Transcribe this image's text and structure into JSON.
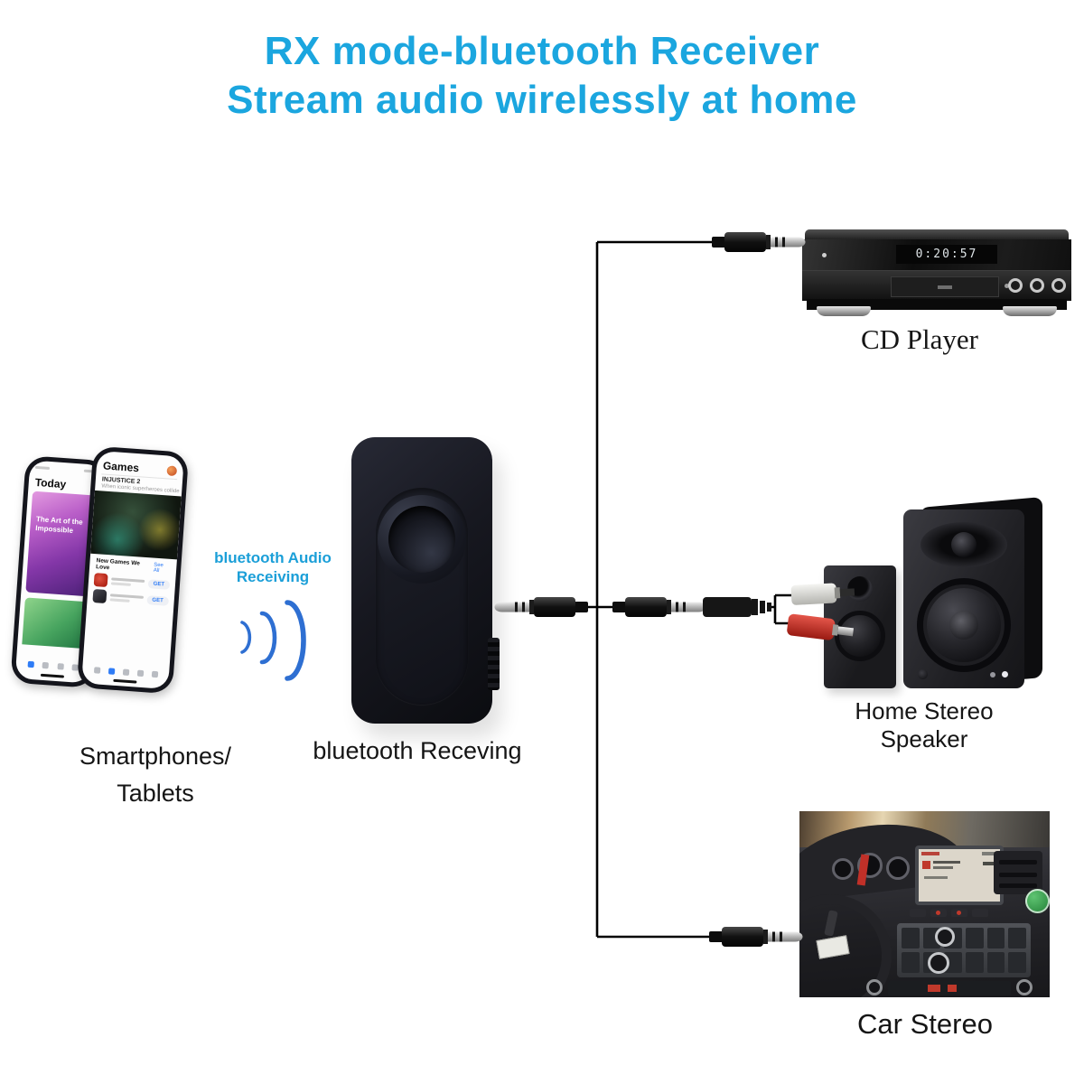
{
  "title": {
    "line1": "RX mode-bluetooth Receiver",
    "line2": "Stream audio wirelessly at home",
    "color": "#1ba6df"
  },
  "wireless": {
    "line1": "bluetooth Audio",
    "line2": "Receiving",
    "text_color": "#1b9fd8",
    "wave_color": "#2e6fd2"
  },
  "sources": {
    "label_line1": "Smartphones/",
    "label_line2": "Tablets",
    "phone_left": {
      "header": "Today",
      "card_title": "The Art of the Impossible"
    },
    "phone_right": {
      "header": "Games",
      "app_name": "INJUSTICE 2",
      "app_tagline": "When iconic superheroes collide",
      "section_title": "New Games We Love",
      "see_all": "See All",
      "get_button": "GET"
    }
  },
  "receiver": {
    "label": "bluetooth Receving"
  },
  "outputs": {
    "cd_player": {
      "label": "CD Player",
      "display": "0:20:57"
    },
    "home_stereo": {
      "label": "Home Stereo Speaker"
    },
    "car_stereo": {
      "label": "Car Stereo"
    }
  }
}
